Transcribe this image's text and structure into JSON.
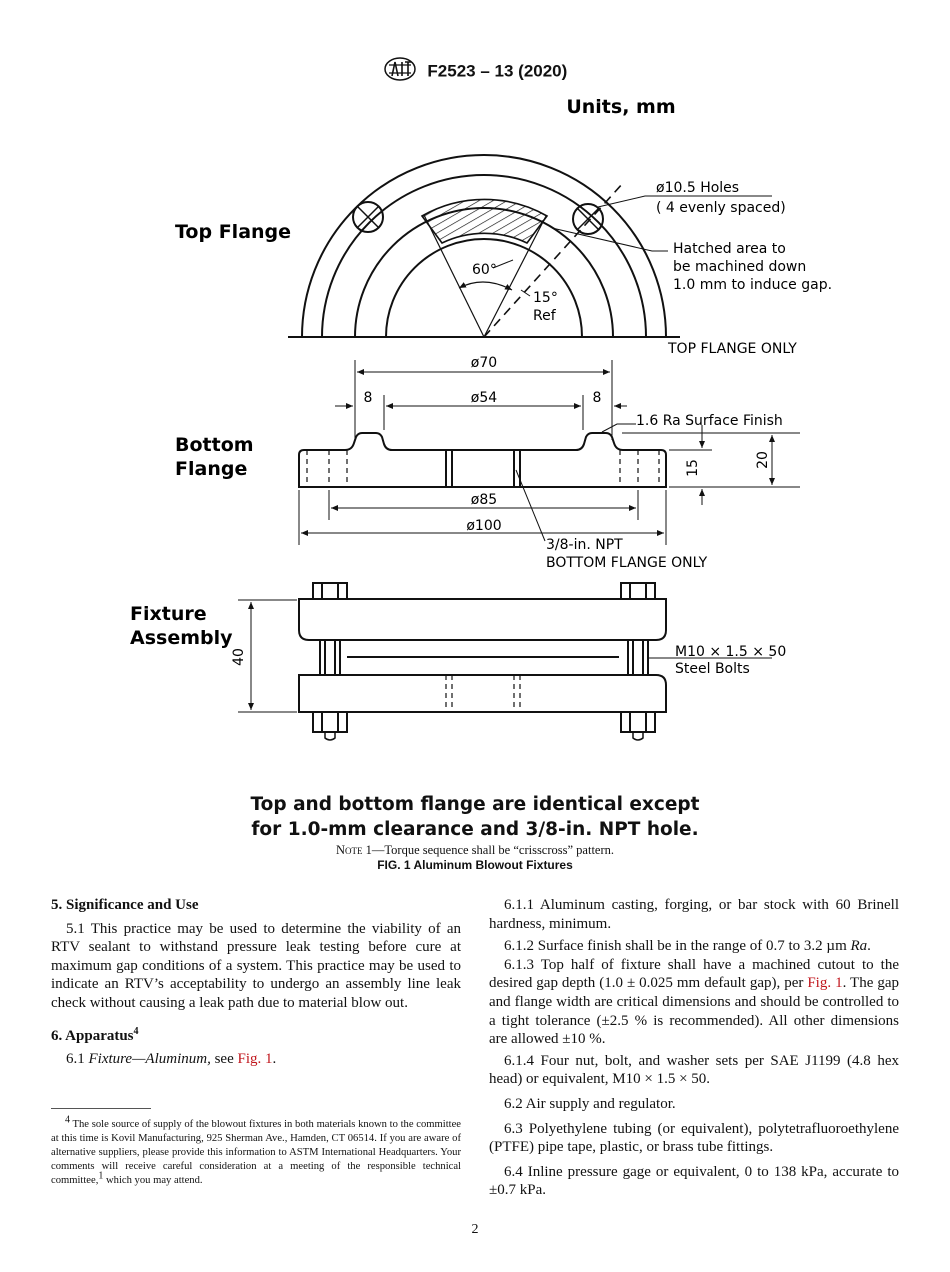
{
  "header": {
    "logo": "ASTM logo",
    "code": "F2523 – 13 (2020)"
  },
  "figure": {
    "units": "Units, mm",
    "labels": {
      "top_flange": "Top Flange",
      "bottom_flange_1": "Bottom",
      "bottom_flange_2": "Flange",
      "fixture_1": "Fixture",
      "fixture_2": "Assembly"
    },
    "callouts": {
      "holes_1": "ø10.5 Holes",
      "holes_2": "( 4 evenly spaced)",
      "hatched_1": "Hatched area to",
      "hatched_2": "be machined down",
      "hatched_3": "1.0 mm to induce gap.",
      "angle_60": "60°",
      "angle_15": "15°",
      "angle_ref": "Ref",
      "top_only": "TOP FLANGE ONLY",
      "surface": "1.6 Ra Surface Finish",
      "npt_1": "3/8-in. NPT",
      "npt_2": "BOTTOM FLANGE ONLY",
      "bolts_1": "M10 × 1.5 × 50",
      "bolts_2": "Steel Bolts"
    },
    "dims": {
      "d70": "ø70",
      "d54": "ø54",
      "w8a": "8",
      "w8b": "8",
      "d85": "ø85",
      "d100": "ø100",
      "h15": "15",
      "h20": "20",
      "h40": "40"
    },
    "caption_line1": "Top and bottom flange are identical except",
    "caption_line2": "for 1.0-mm clearance and 3/8-in. NPT hole.",
    "note_label": "Note 1",
    "note_text": "—Torque sequence shall be “crisscross” pattern.",
    "fig_caption": "FIG. 1 Aluminum Blowout Fixtures"
  },
  "left": {
    "s5_title": "5. Significance and Use",
    "s5_1": "5.1 This practice may be used to determine the viability of an RTV sealant to withstand pressure leak testing before cure at maximum gap conditions of a system. This practice may be used to indicate an RTV’s acceptability to undergo an assembly line leak check without causing a leak path due to material blow out.",
    "s6_title": "6. Apparatus",
    "s6_sup": "4",
    "s6_1_num": "6.1",
    "s6_1_italic": "Fixture—Aluminum,",
    "s6_1_see": "see",
    "s6_1_link": "Fig. 1",
    "s6_1_end": ".",
    "footnote_sup": "4",
    "footnote_text": "The sole source of supply of the blowout fixtures in both materials known to the committee at this time is Kovil Manufacturing, 925 Sherman Ave., Hamden, CT 06514. If you are aware of alternative suppliers, please provide this information to ASTM International Headquarters. Your comments will receive careful consideration at a meeting of the responsible technical committee,",
    "footnote_sup2": "1",
    "footnote_end": " which you may attend."
  },
  "right": {
    "p611": "6.1.1 Aluminum casting, forging, or bar stock with 60 Brinell hardness, minimum.",
    "p612_a": "6.1.2 Surface finish shall be in the range of 0.7 to 3.2 µm",
    "p612_ra": "Ra",
    "p612_end": ".",
    "p613_a": "6.1.3 Top half of fixture shall have a machined cutout to the desired gap depth (1.0 ± 0.025 mm default gap), per",
    "p613_link": "Fig. 1",
    "p613_b": ". The gap and flange width are critical dimensions and should be controlled to a tight tolerance (±2.5 % is recommended). All other dimensions are allowed ±10 %.",
    "p614": "6.1.4 Four nut, bolt, and washer sets per SAE J1199 (4.8 hex head) or equivalent, M10 × 1.5 × 50.",
    "p62": "6.2 Air supply and regulator.",
    "p63": "6.3 Polyethylene tubing (or equivalent), polytetrafluoroethylene (PTFE) pipe tape, plastic, or brass tube fittings.",
    "p64": "6.4 Inline pressure gage or equivalent, 0 to 138 kPa, accurate to ±0.7 kPa."
  },
  "page_number": "2"
}
